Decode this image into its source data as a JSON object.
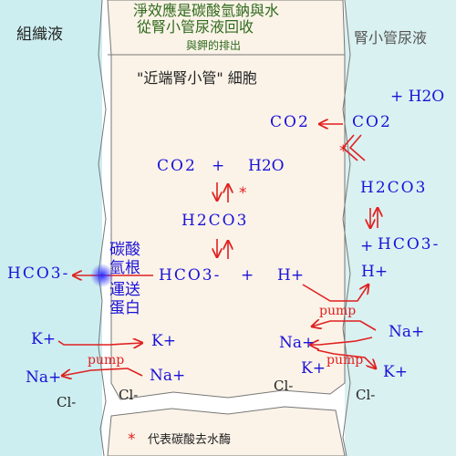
{
  "colors": {
    "tissue_bg": "#cdeef0",
    "urine_bg": "#daf1f1",
    "cell_bg": "#fbf3e8",
    "formula_blue": "#1a12d8",
    "arrow_red": "#e02020",
    "title_green": "#2f6a1c"
  },
  "regions": {
    "left_label": "組織液",
    "right_label": "腎小管尿液"
  },
  "title": {
    "line1": "淨效應是碳酸氫鈉與水",
    "line2": "從腎小管尿液回收",
    "line3": "與鉀的排出"
  },
  "cell_label": "\"近端腎小管\" 細胞",
  "urine_side": {
    "h2o": "+ H2O",
    "co2": "CO2",
    "h2co3": "H2CO3",
    "plus": "+",
    "hco3": "HCO3-",
    "h_plus": "H+"
  },
  "cell_side": {
    "co2": "CO2",
    "plus1": "+",
    "h2o": "H2O",
    "h2co3": "H2CO3",
    "hco3": "HCO3-",
    "plus2": "+",
    "h_plus": "H+"
  },
  "tissue_side": {
    "hco3": "HCO3-",
    "k_plus": "K+",
    "na_plus": "Na+",
    "cl_minus": "Cl-"
  },
  "transporter": {
    "line1": "碳酸",
    "line2": "氫根",
    "line3": "運送",
    "line4": "蛋白"
  },
  "basolateral_pump": {
    "k_in": "K+",
    "label": "pump",
    "na_out": "Na+",
    "cl": "Cl-"
  },
  "apical_exchange": {
    "label": "pump",
    "na_in": "Na+",
    "na_out": "Na+",
    "k_in": "K+",
    "k_out": "K+",
    "cl_cell": "Cl-",
    "cl_urine": "Cl-"
  },
  "markers": {
    "asterisk1": "*",
    "asterisk2": "*",
    "asterisk_legend": "*"
  },
  "legend": "代表碳酸去水酶"
}
